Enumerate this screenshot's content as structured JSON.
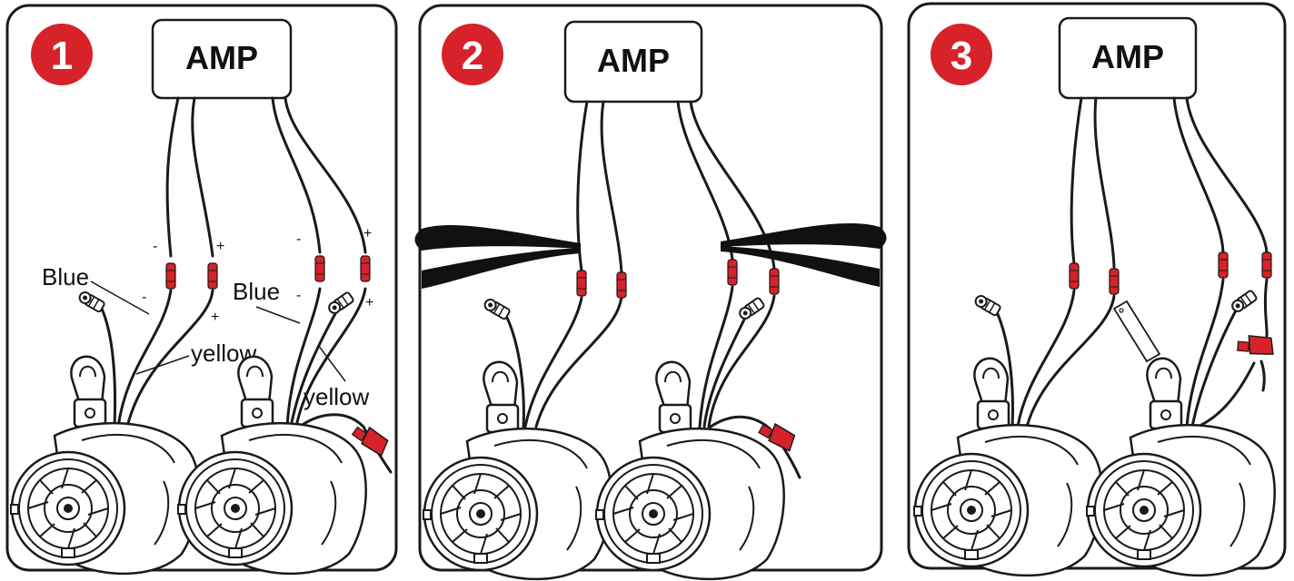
{
  "colors": {
    "accent_red": "#d62228",
    "line": "#1a1a1a",
    "background": "#ffffff"
  },
  "panels": [
    {
      "step": "1",
      "amp_label": "AMP",
      "labels": {
        "blue_left": "Blue",
        "blue_right": "Blue",
        "yellow_left": "yellow",
        "yellow_right": "yellow"
      },
      "polarity": {
        "minus": "-",
        "plus": "+"
      }
    },
    {
      "step": "2",
      "amp_label": "AMP"
    },
    {
      "step": "3",
      "amp_label": "AMP"
    }
  ],
  "icons": [
    "wire-connector-icon",
    "pliers-icon",
    "tag-icon",
    "fuse-holder-icon",
    "speaker-icon"
  ]
}
